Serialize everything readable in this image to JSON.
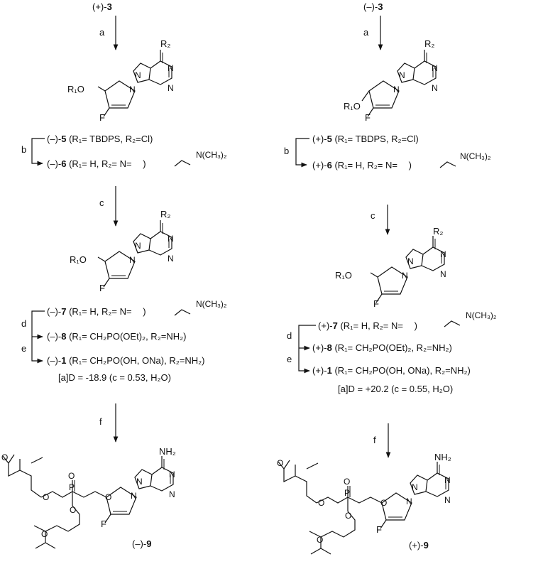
{
  "left": {
    "start": {
      "prefix": "(+)-",
      "num": "3"
    },
    "steps": {
      "a": "a",
      "b": "b",
      "c": "c",
      "d": "d",
      "e": "e",
      "f": "f"
    },
    "c5": {
      "prefix": "(–)-",
      "num": "5",
      "rest": " (R₁= TBDPS, R₂=Cl)"
    },
    "c6": {
      "prefix": "(–)-",
      "num": "6",
      "rest": " (R₁= H, R₂= N=      )"
    },
    "c7": {
      "prefix": "(–)-",
      "num": "7",
      "rest": " (R₁= H, R₂= N=      )"
    },
    "c8": {
      "prefix": "(–)-",
      "num": "8",
      "rest": " (R₁= CH₂PO(OEt)₂, R₂=NH₂)"
    },
    "c1": {
      "prefix": "(–)-",
      "num": "1",
      "rest": " (R₁= CH₂PO(OH, ONa), R₂=NH₂)"
    },
    "rotation": "[a]D = -18.9 (c = 0.53, H₂O)",
    "final": {
      "prefix": "(–)-",
      "num": "9"
    }
  },
  "right": {
    "start": {
      "prefix": "(–)-",
      "num": "3"
    },
    "steps": {
      "a": "a",
      "b": "b",
      "c": "c",
      "d": "d",
      "e": "e",
      "f": "f"
    },
    "c5": {
      "prefix": "(+)-",
      "num": "5",
      "rest": " (R₁= TBDPS, R₂=Cl)"
    },
    "c6": {
      "prefix": "(+)-",
      "num": "6",
      "rest": " (R₁= H, R₂= N=      )"
    },
    "c7": {
      "prefix": "(+)-",
      "num": "7",
      "rest": " (R₁= H, R₂= N=      )"
    },
    "c8": {
      "prefix": "(+)-",
      "num": "8",
      "rest": " (R₁= CH₂PO(OEt)₂, R₂=NH₂)"
    },
    "c1": {
      "prefix": "(+)-",
      "num": "1",
      "rest": " (R₁= CH₂PO(OH, ONa), R₂=NH₂)"
    },
    "rotation": "[a]D = +20.2 (c = 0.55, H₂O)",
    "final": {
      "prefix": "(+)-",
      "num": "9"
    }
  },
  "atoms": {
    "R2": "R₂",
    "R1O": "R₁O",
    "N": "N",
    "F": "F",
    "O": "O",
    "P": "P",
    "NH2": "NH₂",
    "NMe2": "N(CH₃)₂"
  }
}
